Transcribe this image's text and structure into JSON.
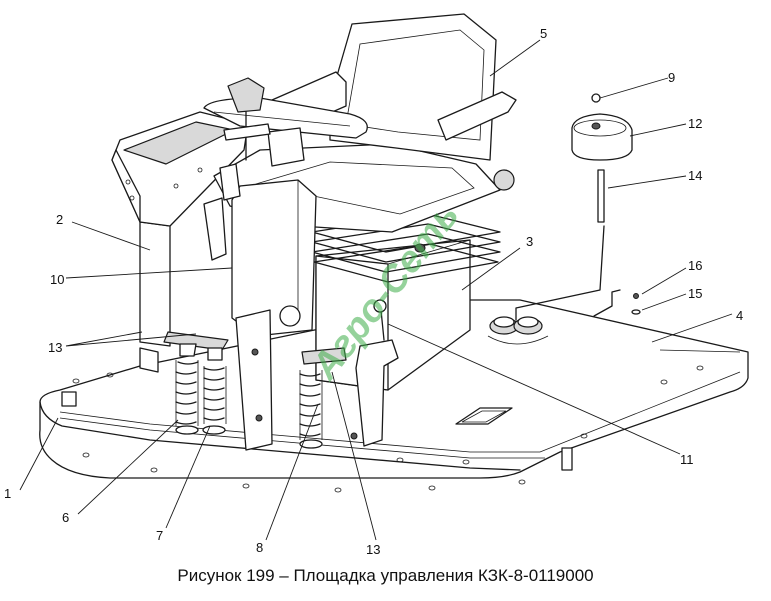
{
  "figure": {
    "caption": "Рисунок 199 – Площадка управления КЗК-8-0119000",
    "watermark": "Агро-Сеть",
    "watermark_color": "#3fae4a"
  },
  "callouts": [
    {
      "id": "c1",
      "label": "1"
    },
    {
      "id": "c2",
      "label": "2"
    },
    {
      "id": "c3",
      "label": "3"
    },
    {
      "id": "c4",
      "label": "4"
    },
    {
      "id": "c5",
      "label": "5"
    },
    {
      "id": "c6",
      "label": "6"
    },
    {
      "id": "c7",
      "label": "7"
    },
    {
      "id": "c8",
      "label": "8"
    },
    {
      "id": "c9",
      "label": "9"
    },
    {
      "id": "c10",
      "label": "10"
    },
    {
      "id": "c11",
      "label": "11"
    },
    {
      "id": "c12",
      "label": "12"
    },
    {
      "id": "c13a",
      "label": "13"
    },
    {
      "id": "c13b",
      "label": "13"
    },
    {
      "id": "c14",
      "label": "14"
    },
    {
      "id": "c15",
      "label": "15"
    },
    {
      "id": "c16",
      "label": "16"
    }
  ]
}
